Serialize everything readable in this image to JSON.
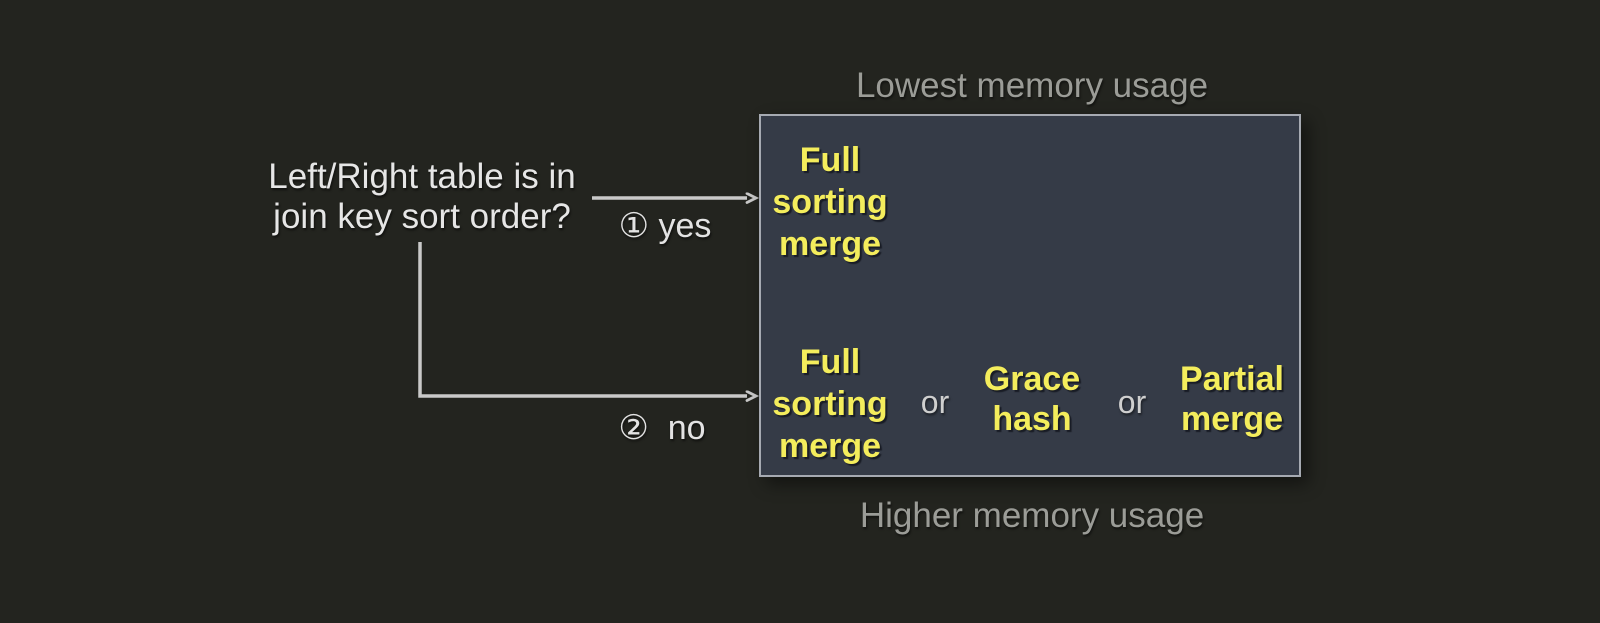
{
  "diagram": {
    "question": "Left/Right table is in\njoin key sort order?",
    "yes_label": "① yes",
    "no_label": "②  no",
    "memory_scale": {
      "top": "Lowest memory usage",
      "bottom": "Higher memory usage"
    },
    "sorted_row": {
      "algorithm": "Full\nsorting\nmerge"
    },
    "unsorted_row": {
      "algorithm_1": "Full\nsorting\nmerge",
      "separator_1": "or",
      "algorithm_2": "Grace\nhash",
      "separator_2": "or",
      "algorithm_3": "Partial\nmerge"
    },
    "colors": {
      "background": "#23241f",
      "box_fill": "#353b47",
      "box_border": "#a6aab2",
      "algorithm_text": "#f4ed5c",
      "primary_text": "#e6e6e6",
      "muted_text": "#9b9c97",
      "connector": "#c9c9c9"
    }
  }
}
